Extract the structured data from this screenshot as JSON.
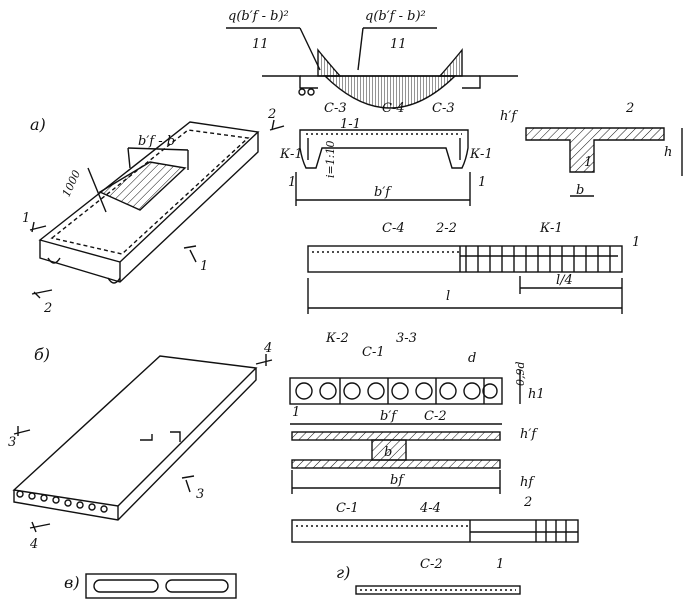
{
  "moment_diagram": {
    "formula_left": {
      "numerator": "q(b′f - b)²",
      "denominator": "11"
    },
    "formula_right": {
      "numerator": "q(b′f - b)²",
      "denominator": "11"
    }
  },
  "part_a": {
    "label": "а)",
    "iso": {
      "dim_1000": "1000",
      "dim_bf": "b′f - b",
      "cut1": "1",
      "cut1b": "1",
      "cut2": "2",
      "cut2b": "2"
    },
    "section_1_1": {
      "title": "1-1",
      "c3_left": "С-3",
      "c4": "С-4",
      "c3_right": "С-3",
      "k1_left": "К-1",
      "k1_right": "К-1",
      "slope": "i=1:10",
      "bar_left": "1",
      "bar_right": "1",
      "dim_bf": "b′f",
      "cut2_mark": "2"
    },
    "t_section": {
      "top": "h′f",
      "bar": "2",
      "h": "h",
      "bar1": "1",
      "b": "b"
    },
    "section_2_2": {
      "title": "2-2",
      "c4": "С-4",
      "k1": "К-1",
      "bar": "1",
      "l": "l",
      "l4": "l/4"
    }
  },
  "part_b": {
    "label": "б)",
    "iso": {
      "cut3a": "3",
      "cut3b": "3",
      "cut4a": "4",
      "cut4b": "4"
    },
    "section_3_3": {
      "title": "3-3",
      "k2": "К-2",
      "c1": "С-1",
      "d": "d",
      "dim09d": "0,9d",
      "h1": "h1",
      "bar": "1",
      "bf": "b′f",
      "c2": "С-2"
    },
    "i_section": {
      "hf_top": "h′f",
      "b": "b",
      "bf": "bf",
      "hf_bot": "hf",
      "two": "2"
    },
    "section_4_4": {
      "title": "4-4",
      "c1": "С-1",
      "c2": "С-2",
      "bar": "1"
    }
  },
  "part_v": {
    "label": "в)"
  },
  "part_g": {
    "label": "г)"
  }
}
